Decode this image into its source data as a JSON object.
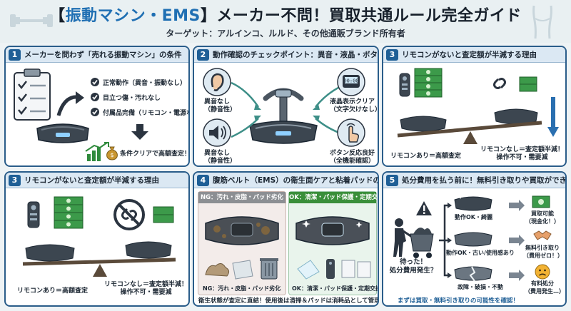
{
  "header": {
    "title_bracket_open": "【",
    "title_accent": "振動マシン・EMS",
    "title_rest": "】メーカー不問！買取共通ルール完全ガイド",
    "subtitle": "ターゲット：アルインコ、ルルド、その他通販ブランド所有者"
  },
  "panels": [
    {
      "num": "1",
      "title": "メーカーを問わず「売れる振動マシン」の条件",
      "items": [
        "正常動作（異音・振動なし）",
        "目立つ傷・汚れなし",
        "付属品完備（リモコン・電源など）"
      ],
      "note": "条件クリアで高額査定！"
    },
    {
      "num": "2",
      "title": "動作確認のチェックポイント：異音・液晶・ボタン反応",
      "left_top": [
        "異音なし",
        "（静音性）"
      ],
      "left_bottom": [
        "異音なし",
        "（静音性）"
      ],
      "right_top": [
        "液晶表示クリア",
        "（文字欠けなし）"
      ],
      "right_bottom": [
        "ボタン反応良好",
        "（全機能確認）"
      ]
    },
    {
      "num": "3",
      "title": "リモコンがないと査定額が半減する理由",
      "with_remote": "リモコンあり＝高額査定",
      "without_remote": [
        "リモコンなし＝査定額半減！",
        "操作不可・需要減"
      ]
    },
    {
      "num": "3",
      "title": "リモコンがないと査定額が半減する理由",
      "with_remote": "リモコンあり＝高額査定",
      "without_remote": [
        "リモコンなし＝査定額半減！",
        "操作不可・需要減"
      ]
    },
    {
      "num": "4",
      "title": "腹筋ベルト（EMS）の衛生面ケアと粘着パッドの扱い",
      "ng_header": "NG：汚れ・皮脂・パッド劣化",
      "ok_header": "OK：清潔・パッド保護・定期交換",
      "ng_caption": "NG：汚れ・皮脂・パッド劣化",
      "ok_caption": "OK：清潔・パッド保護・定期交換",
      "footer": "衛生状態が査定に直結！使用後は清掃＆パッドは消耗品として管理"
    },
    {
      "num": "5",
      "title": "処分費用を払う前に！無料引き取りや買取ができる基準",
      "person_label": [
        "待った！",
        "処分費用発生？"
      ],
      "rows": [
        {
          "condition": "動作OK・綺麗",
          "result": [
            "買取可能",
            "（現金化！）"
          ]
        },
        {
          "condition": "動作OK・古い/使用感あり",
          "result": [
            "無料引き取り",
            "（費用ゼロ！）"
          ]
        },
        {
          "condition": "故障・破損・不動",
          "result": [
            "有料処分",
            "（費用発生…）"
          ]
        }
      ],
      "footer": "まずは買取・無料引き取りの可能性を確認！"
    }
  ],
  "colors": {
    "accent": "#1f6fb3",
    "panel_border": "#2a5d8a",
    "header_fill": "#dbe8f3",
    "ng_red": "#b03a2e",
    "ok_green": "#3a8f3a",
    "money_green": "#2f8a3c",
    "arrow_blue": "#2a6fb0"
  }
}
